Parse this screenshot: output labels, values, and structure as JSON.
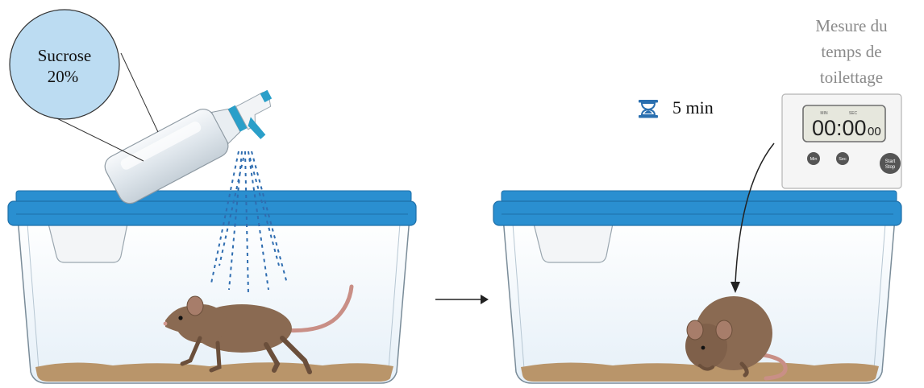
{
  "callout": {
    "line1": "Sucrose",
    "line2": "20%"
  },
  "duration": {
    "label": "5 min",
    "icon": "hourglass-icon"
  },
  "measure": {
    "line1": "Mesure du",
    "line2": "temps de",
    "line3": "toilettage"
  },
  "timer": {
    "label_left": "MIN",
    "label_right": "SEC",
    "display_main": "00:00",
    "display_small": "00",
    "btn_min": "Min",
    "btn_sec": "Sec",
    "btn_start": "Start",
    "btn_stop": "Stop"
  },
  "colors": {
    "lid": "#2a8fd0",
    "lid_dark": "#1e6fa8",
    "bedding": "#b9956a",
    "mouse": "#8a6a52",
    "mouse_dark": "#6b4f3b",
    "tail": "#c98f86",
    "spray": "#2f6db0",
    "callout": "#bcdcf2",
    "text_grey": "#8a8a8a"
  }
}
